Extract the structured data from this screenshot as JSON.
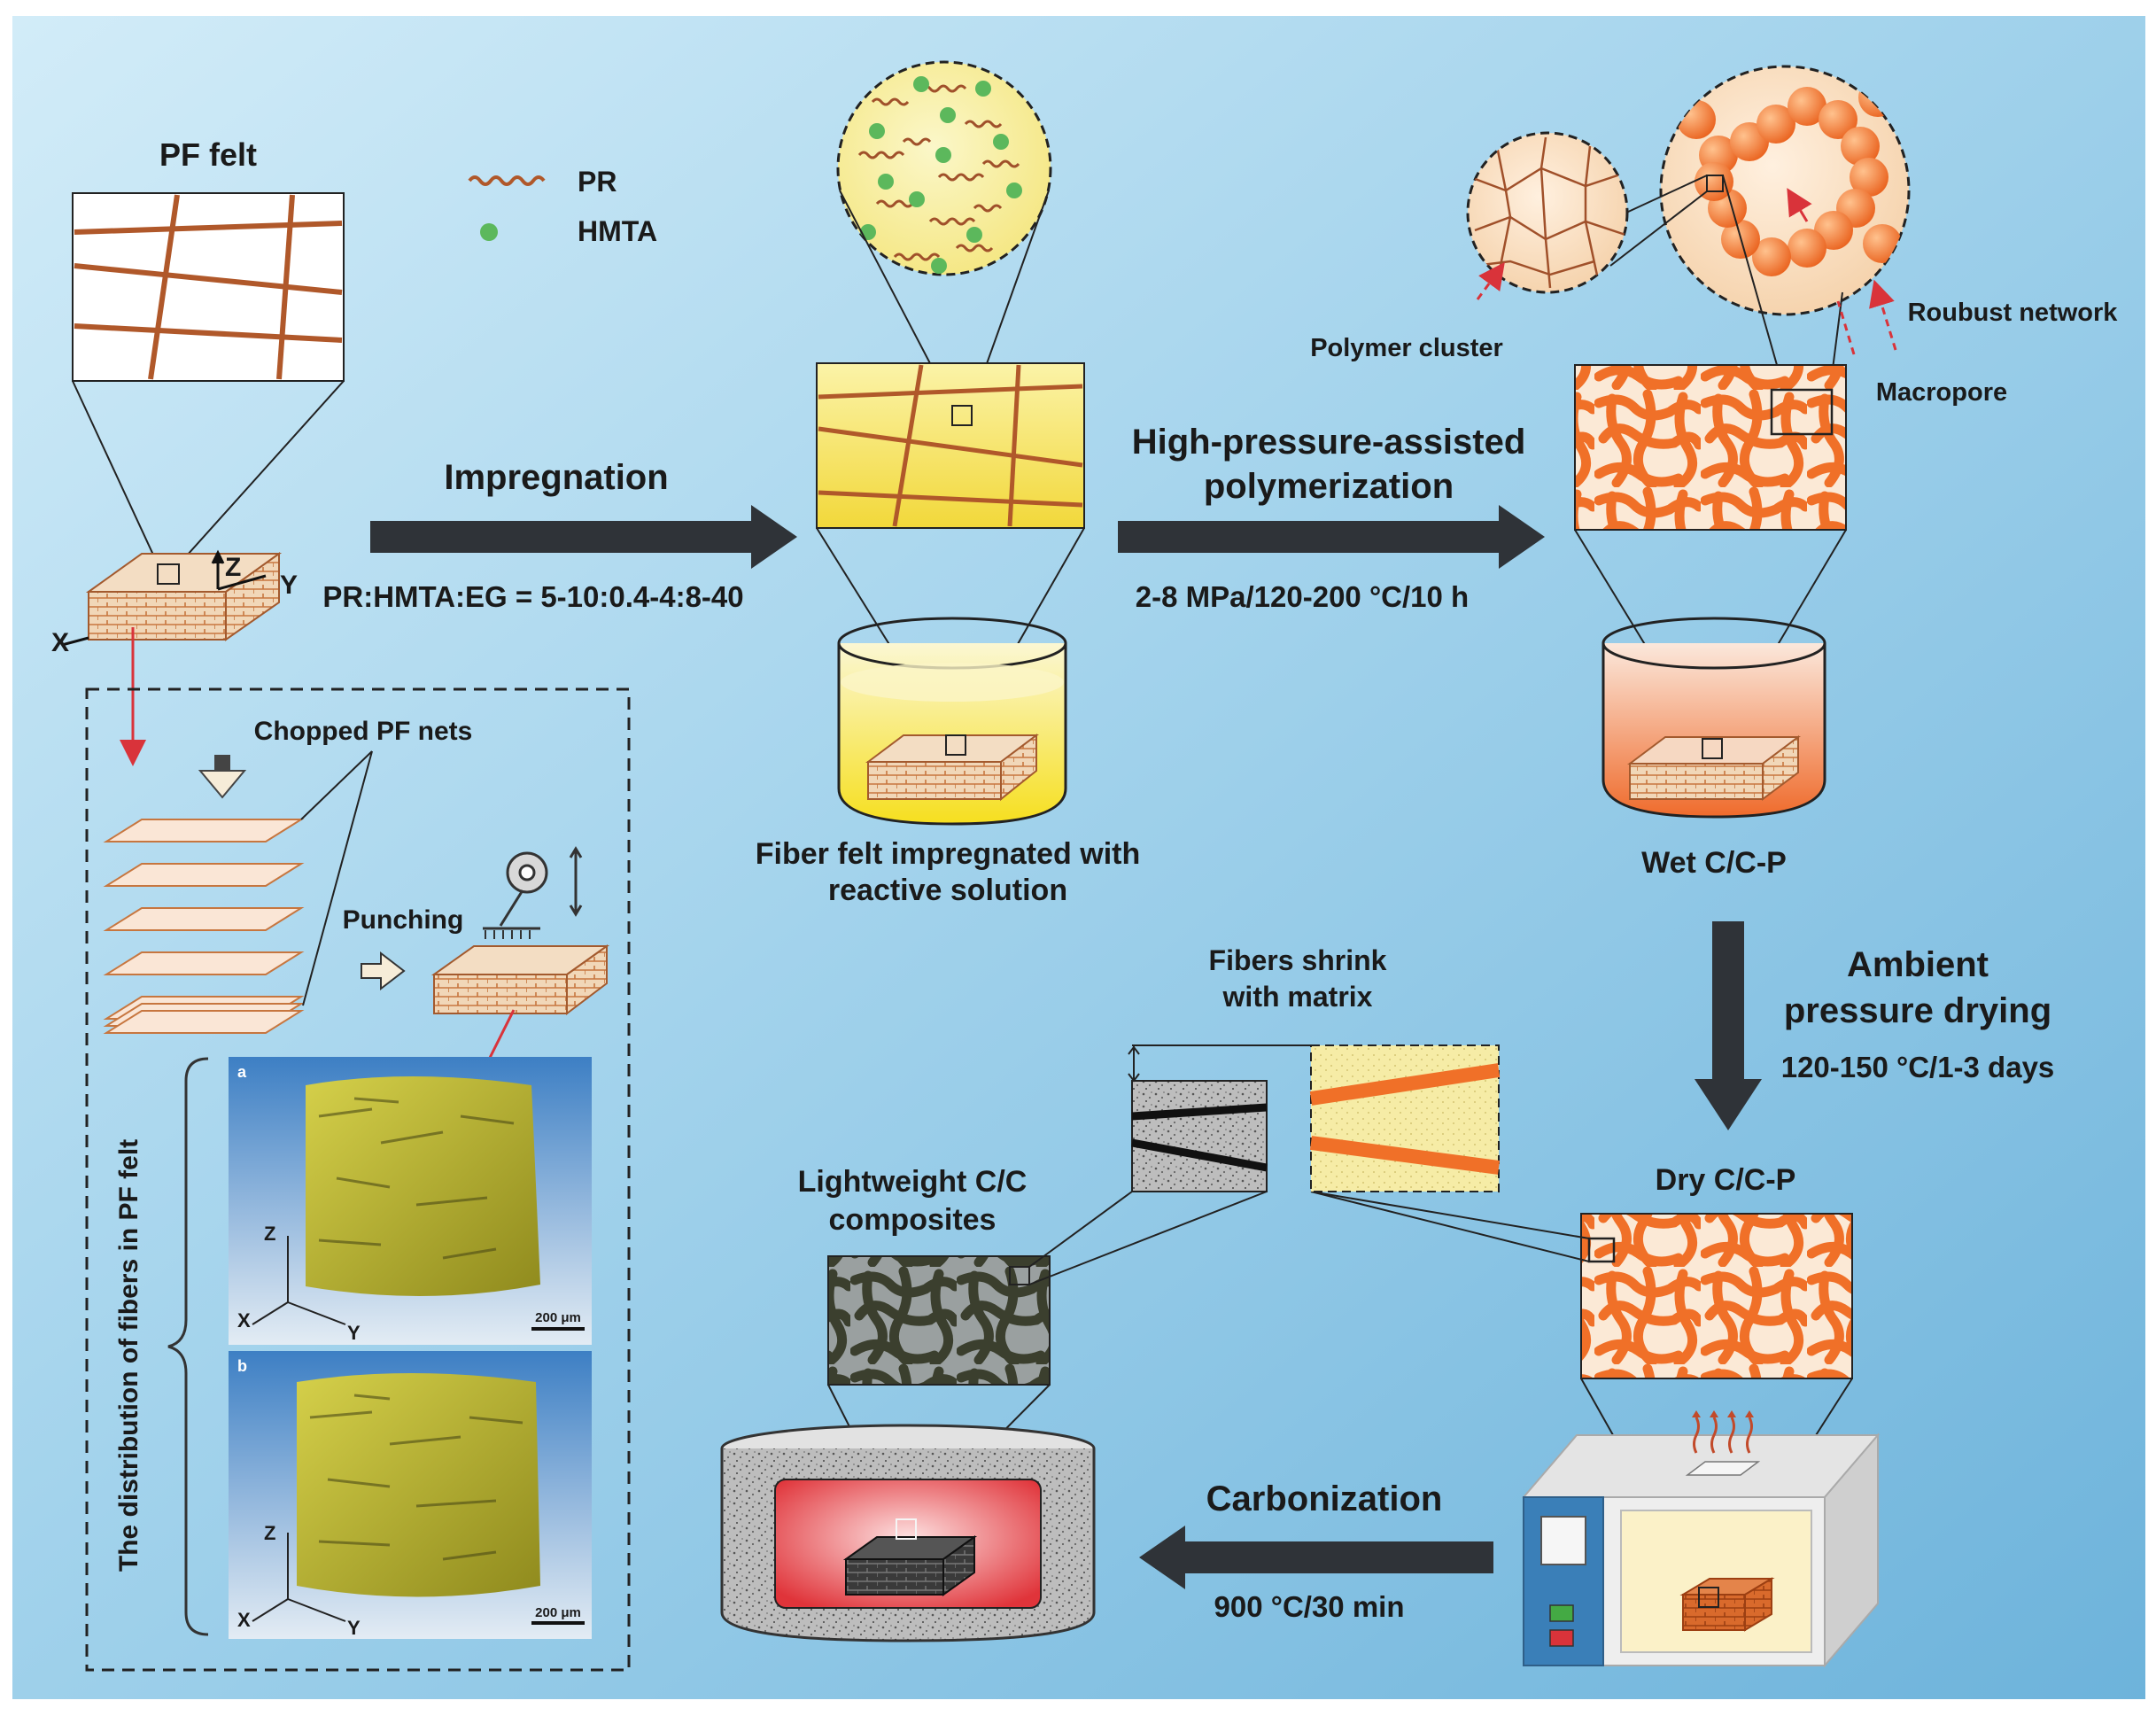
{
  "legend": {
    "pr": "PR",
    "hmta": "HMTA"
  },
  "labels": {
    "pf_felt": "PF felt",
    "impregnation": "Impregnation",
    "ratio": "PR:HMTA:EG = 5-10:0.4-4:8-40",
    "fiber_felt_1": "Fiber felt impregnated with",
    "fiber_felt_2": "reactive solution",
    "hp_1": "High-pressure-assisted",
    "hp_2": "polymerization",
    "hp_cond": "2-8 MPa/120-200 °C/10 h",
    "polymer_cluster": "Polymer cluster",
    "robust_network": "Roubust network",
    "macropore": "Macropore",
    "wet": "Wet C/C-P",
    "apd_1": "Ambient",
    "apd_2": "pressure drying",
    "apd_cond": "120-150 °C/1-3 days",
    "dry": "Dry C/C-P",
    "shrink_1": "Fibers shrink",
    "shrink_2": "with matrix",
    "lw_1": "Lightweight C/C",
    "lw_2": "composites",
    "carbonization": "Carbonization",
    "carb_cond": "900 °C/30 min",
    "chopped": "Chopped PF nets",
    "punching": "Punching",
    "distribution": "The distribution of fibers in PF felt",
    "panel_a": "a",
    "panel_b": "b",
    "scale": "200 μm"
  },
  "axes": {
    "x": "X",
    "y": "Y",
    "z": "Z"
  },
  "colors": {
    "background_light": "#c9e6f4",
    "background_dark": "#6fb7dc",
    "arrow": "#2f3338",
    "fiber": "#b0582a",
    "network": "#f07028",
    "hmta": "#5cb85c",
    "solution_yellow": "#f6e43a",
    "furnace_red": "#e03a3a"
  }
}
